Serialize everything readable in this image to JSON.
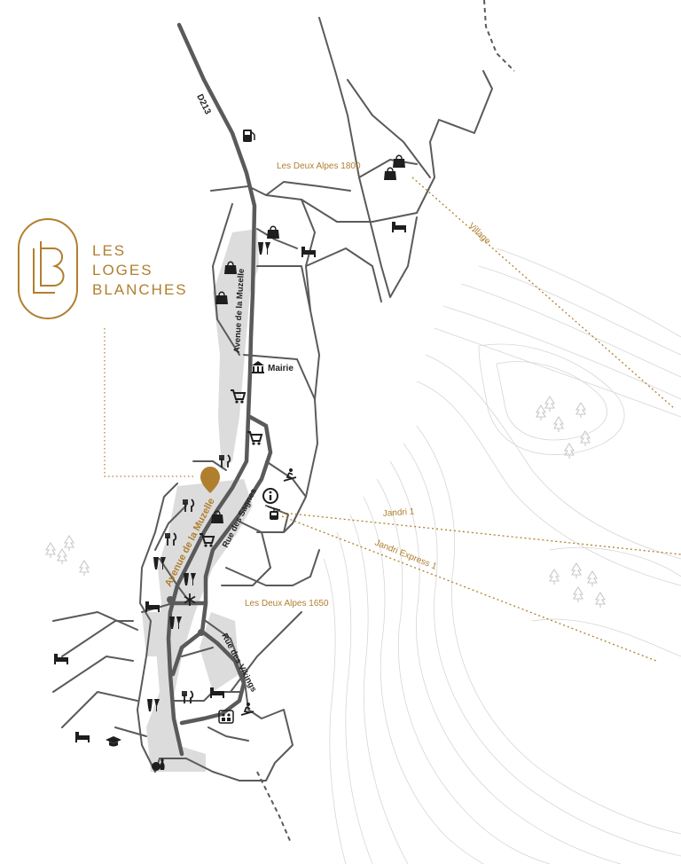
{
  "brand": {
    "line1": "LES",
    "line2": "LOGES",
    "line3": "BLANCHES",
    "color": "#b07f2e"
  },
  "labels": {
    "road_d213": "D213",
    "avenue_muzelle_north": "Avenue de la Muzelle",
    "avenue_muzelle_south": "Avenue de la Muzelle",
    "rue_sagnes": "Rue des Sagnes",
    "rue_vikings": "Rue des Vikings",
    "mairie": "Mairie",
    "village_1800": "Les Deux Alpes 1800",
    "village_1650": "Les Deux Alpes 1650",
    "lift_village": "Village",
    "lift_jandri1": "Jandri 1",
    "lift_jandri_express": "Jandri Express 1"
  },
  "icons": [
    "fuel-icon",
    "shopping-bag-icon",
    "bed-icon",
    "restaurant-icon",
    "bar-icon",
    "town-hall-icon",
    "cart-icon",
    "info-icon",
    "gondola-icon",
    "skier-icon",
    "snowflake-icon",
    "ski-lift-icon",
    "graduation-cap-icon",
    "bowling-icon",
    "location-pin-icon",
    "tree-icon"
  ],
  "colors": {
    "accent": "#b07f2e",
    "road": "#5a5a5a",
    "built_area": "#dcdcdc",
    "contour": "#d6d6d6"
  }
}
